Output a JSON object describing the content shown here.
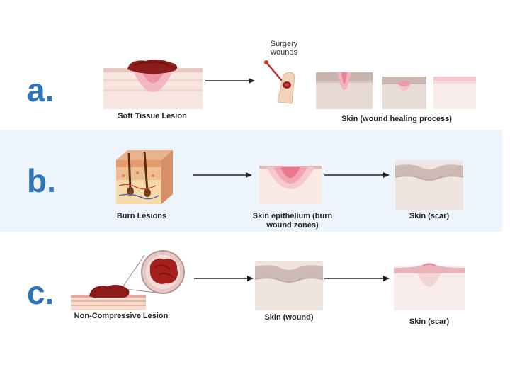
{
  "rows": {
    "a": {
      "label": "a.",
      "lesion_caption": "Soft Tissue Lesion",
      "surgery_note": "Surgery wounds",
      "healing_caption": "Skin (wound healing process)"
    },
    "b": {
      "label": "b.",
      "lesion_caption": "Burn Lesions",
      "zones_caption": "Skin epithelium (burn wound zones)",
      "scar_caption": "Skin (scar)"
    },
    "c": {
      "label": "c.",
      "lesion_caption": "Non-Compressive Lesion",
      "wound_caption": "Skin (wound)",
      "scar_caption": "Skin (scar)"
    }
  },
  "colors": {
    "label_blue": "#2e75b6",
    "band_bg": "#eef4fb",
    "skin": "#f6e4dc",
    "lesion_dark": "#8c1c1c"
  }
}
